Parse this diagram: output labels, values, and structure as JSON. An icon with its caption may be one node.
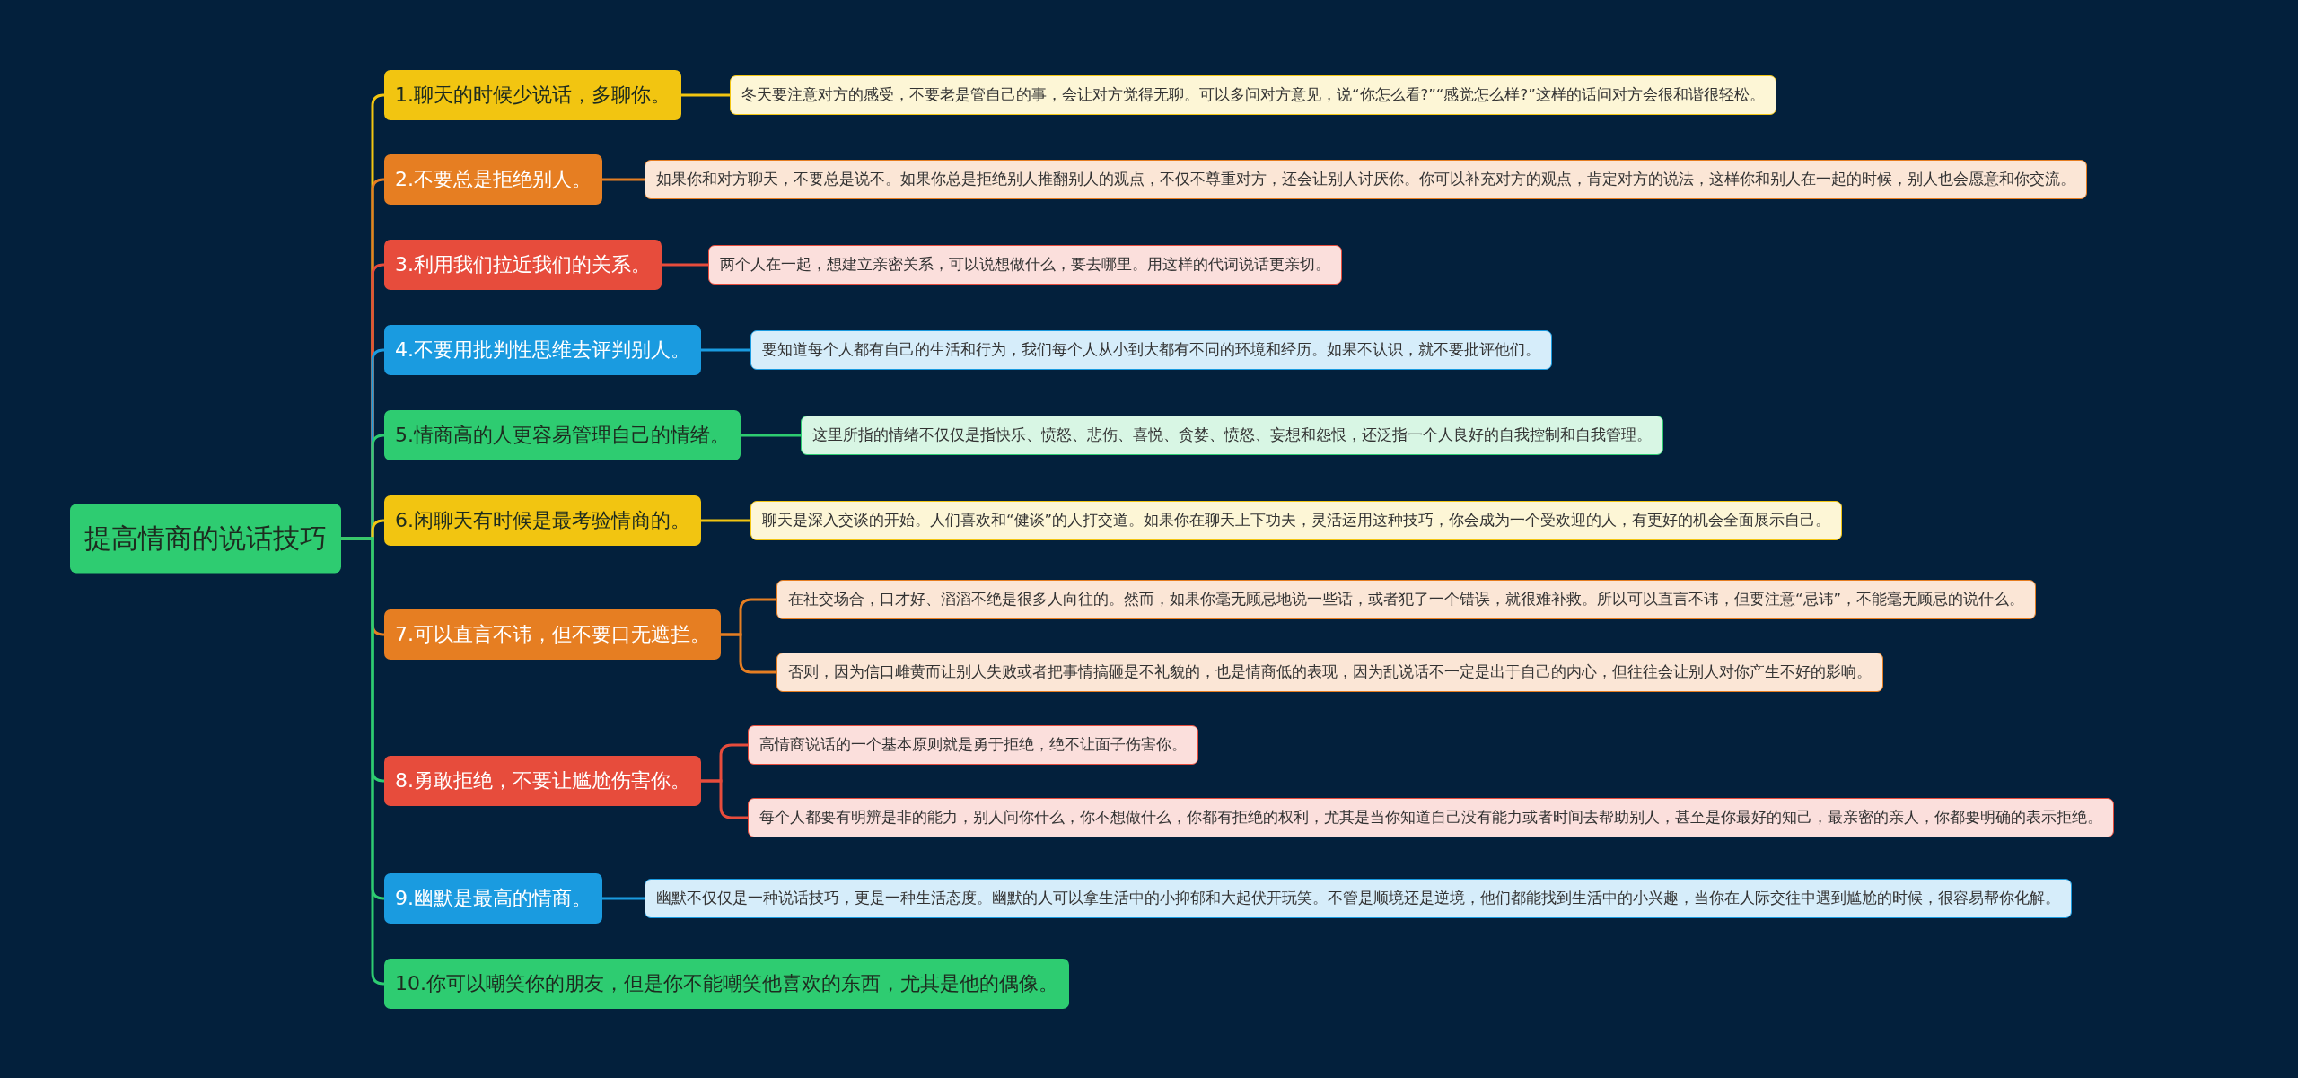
{
  "diagram": {
    "nodes": [
      {
        "text": [
          "提高情商的说话技巧"
        ]
      },
      {
        "text": [
          "1.聊天的时候少说话，多聊你。"
        ]
      },
      {
        "text": [
          "冬天要注意对方的感受，不要老是管自己的事，会让对方觉得无聊。可以多问对方意见，说“你怎么看?”“感觉怎么样?”这样的话问对方会很和谐很轻松。"
        ]
      },
      {
        "text": [
          "2.不要总是拒绝别人。"
        ]
      },
      {
        "text": [
          "如果你和对方聊天，不要总是说不。如果你总是拒绝别人推翻别人的观点，不仅不尊重对方，还会让别人讨厌你。你可以补充对方的观点，肯定对方的说法，这样你和别人在一起的时候，别人也会愿意和你交流。"
        ]
      },
      {
        "text": [
          "3.利用我们拉近我们的关系。"
        ]
      },
      {
        "text": [
          "两个人在一起，想建立亲密关系，可以说想做什么，要去哪里。用这样的代词说话更亲切。"
        ]
      },
      {
        "text": [
          "4.不要用批判性思维去评判别人。"
        ]
      },
      {
        "text": [
          "要知道每个人都有自己的生活和行为，我们每个人从小到大都有不同的环境和经历。如果不认识，就不要批评他们。"
        ]
      },
      {
        "text": [
          "5.情商高的人更容易管理自己的情绪。"
        ]
      },
      {
        "text": [
          "这里所指的情绪不仅仅是指快乐、愤怒、悲伤、喜悦、贪婪、愤怒、妄想和怨恨，还泛指一个人良好的自我控制和自我管理。"
        ]
      },
      {
        "text": [
          "6.闲聊天有时候是最考验情商的。"
        ]
      },
      {
        "text": [
          "聊天是深入交谈的开始。人们喜欢和“健谈”的人打交道。如果你在聊天上下功夫，灵活运用这种技巧，你会成为一个受欢迎的人，有更好的机会全面展示自己。"
        ]
      },
      {
        "text": [
          "7.可以直言不讳，但不要口无遮拦。"
        ]
      },
      {
        "text": [
          "在社交场合，口才好、滔滔不绝是很多人向往的。然而，如果你毫无顾忌地说一些话，或者犯了一个错误，就很难补救。所以可以直言不讳，但要注意“忌讳”，不能毫无顾忌的说什么。"
        ]
      },
      {
        "text": [
          "否则，因为信口雌黄而让别人失败或者把事情搞砸是不礼貌的，也是情商低的表现，因为乱说话不一定是出于自己的内心，但往往会让别人对你产生不好的影响。"
        ]
      },
      {
        "text": [
          "8.勇敢拒绝，不要让尴尬伤害你。"
        ]
      },
      {
        "text": [
          "高情商说话的一个基本原则就是勇于拒绝，绝不让面子伤害你。"
        ]
      },
      {
        "text": [
          "每个人都要有明辨是非的能力，别人问你什么，你不想做什么，你都有拒绝的权利，尤其是当你知道自己没有能力或者时间去帮助别人，甚至是你最好的知己，最亲密的亲人，你都要明确的表示拒绝。"
        ]
      },
      {
        "text": [
          "9.幽默是最高的情商。"
        ]
      },
      {
        "text": [
          "幽默不仅仅是一种说话技巧，更是一种生活态度。幽默的人可以拿生活中的小抑郁和大起伏开玩笑。不管是顺境还是逆境，他们都能找到生活中的小兴趣，当你在人际交往中遇到尴尬的时候，很容易帮你化解。"
        ]
      },
      {
        "text": [
          "10.你可以嘲笑你的朋友，但是你不能嘲笑他喜欢的东西，尤其是他的偶像。"
        ]
      }
    ],
    "edges": [
      {
        "from": 0,
        "to": 1,
        "arrow": "none",
        "color": "#f2c511"
      },
      {
        "from": 0,
        "to": 3,
        "arrow": "none",
        "color": "#e67e22"
      },
      {
        "from": 0,
        "to": 5,
        "arrow": "none",
        "color": "#e74c3c"
      },
      {
        "from": 0,
        "to": 7,
        "arrow": "none",
        "color": "#1a9be0"
      },
      {
        "from": 0,
        "to": 9,
        "arrow": "none",
        "color": "#2ecc71"
      },
      {
        "from": 0,
        "to": 11,
        "arrow": "none",
        "color": "#f2c511"
      },
      {
        "from": 0,
        "to": 13,
        "arrow": "none",
        "color": "#e67e22"
      },
      {
        "from": 0,
        "to": 16,
        "arrow": "none",
        "color": "#2ecc71"
      },
      {
        "from": 0,
        "to": 19,
        "arrow": "none",
        "color": "#2ecc71"
      },
      {
        "from": 0,
        "to": 21,
        "arrow": "none",
        "color": "#2ecc71"
      },
      {
        "from": 1,
        "to": 2,
        "arrow": "none",
        "color": "#f2c511"
      },
      {
        "from": 3,
        "to": 4,
        "arrow": "none",
        "color": "#e67e22"
      },
      {
        "from": 5,
        "to": 6,
        "arrow": "none",
        "color": "#e74c3c"
      },
      {
        "from": 7,
        "to": 8,
        "arrow": "none",
        "color": "#1a9be0"
      },
      {
        "from": 9,
        "to": 10,
        "arrow": "none",
        "color": "#2ecc71"
      },
      {
        "from": 11,
        "to": 12,
        "arrow": "none",
        "color": "#f2c511"
      },
      {
        "from": 13,
        "to": 14,
        "arrow": "none",
        "color": "#e67e22"
      },
      {
        "from": 13,
        "to": 15,
        "arrow": "none",
        "color": "#e67e22"
      },
      {
        "from": 16,
        "to": 17,
        "arrow": "none",
        "color": "#e74c3c"
      },
      {
        "from": 16,
        "to": 18,
        "arrow": "none",
        "color": "#e74c3c"
      },
      {
        "from": 19,
        "to": 20,
        "arrow": "none",
        "color": "#1a9be0"
      }
    ]
  }
}
